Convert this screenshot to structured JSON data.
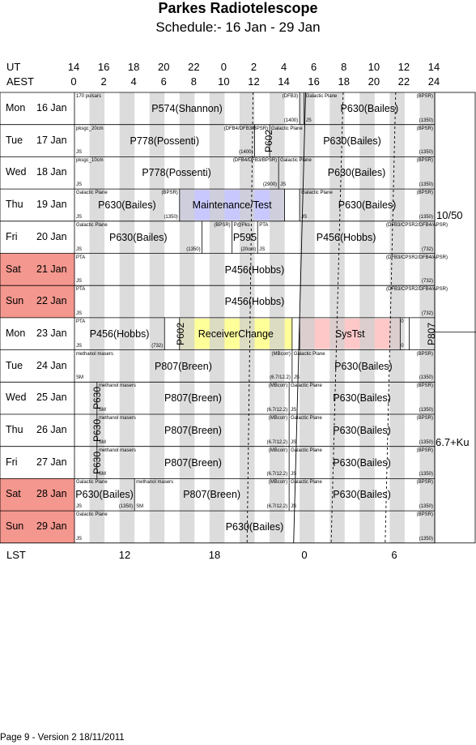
{
  "header": {
    "title": "Parkes Radiotelescope",
    "subtitle": "Schedule:- 16 Jan - 29 Jan"
  },
  "axes": {
    "ut_label": "UT",
    "aest_label": "AEST",
    "lst_label": "LST",
    "ut_ticks": [
      "14",
      "16",
      "18",
      "20",
      "22",
      "0",
      "2",
      "4",
      "6",
      "8",
      "10",
      "12",
      "14"
    ],
    "aest_ticks": [
      "0",
      "2",
      "4",
      "6",
      "8",
      "10",
      "12",
      "14",
      "16",
      "18",
      "20",
      "22",
      "24"
    ],
    "lst_ticks": [
      "12",
      "18",
      "0",
      "6"
    ]
  },
  "colors": {
    "weekend": "#f4978e",
    "stripe": "#d0d0d0",
    "maintenance": "#c8c8ff",
    "receiver": "#ffff99",
    "systst": "#ffc8c8"
  },
  "days": [
    {
      "dow": "Mon",
      "date": "16 Jan",
      "weekend": false
    },
    {
      "dow": "Tue",
      "date": "17 Jan",
      "weekend": false
    },
    {
      "dow": "Wed",
      "date": "18 Jan",
      "weekend": false
    },
    {
      "dow": "Thu",
      "date": "19 Jan",
      "weekend": false
    },
    {
      "dow": "Fri",
      "date": "20 Jan",
      "weekend": false
    },
    {
      "dow": "Sat",
      "date": "21 Jan",
      "weekend": true
    },
    {
      "dow": "Sun",
      "date": "22 Jan",
      "weekend": true
    },
    {
      "dow": "Mon",
      "date": "23 Jan",
      "weekend": false
    },
    {
      "dow": "Tue",
      "date": "24 Jan",
      "weekend": false
    },
    {
      "dow": "Wed",
      "date": "25 Jan",
      "weekend": false
    },
    {
      "dow": "Thu",
      "date": "26 Jan",
      "weekend": false
    },
    {
      "dow": "Fri",
      "date": "27 Jan",
      "weekend": false
    },
    {
      "dow": "Sat",
      "date": "28 Jan",
      "weekend": true
    },
    {
      "dow": "Sun",
      "date": "29 Jan",
      "weekend": true
    }
  ],
  "rows": {
    "r0": {
      "tl1": "170 pulsars",
      "p1": "P574(Shannon)",
      "tr1": "(DFB3)",
      "tl2": "Galactic Plane",
      "p2": "P630(Bailes)",
      "tr2": "(BPSR)",
      "br1": "(1400)",
      "bl2": "JS",
      "br2": "(1350)"
    },
    "r1": {
      "tl1": "pksgc_20cm",
      "p1": "P778(Possenti)",
      "tr1": "(DFB4/DFB3/BPSR)",
      "v1": "P602",
      "tl2": "Galactic Plane",
      "p2": "P630(Bailes)",
      "tr2": "(BPSR)",
      "bl1": "JS",
      "br1": "(1400)",
      "br2": "(1350)"
    },
    "r2": {
      "tl1": "pksgc_10cm",
      "p1": "P778(Possenti)",
      "tr1": "(DFB4/DFB3/BPSR)",
      "tl2": "Galactic Plane",
      "p2": "P630(Bailes)",
      "tr2": "(BPSR)",
      "bl1": "JS",
      "br1": "(2900)",
      "bl2": "JS",
      "br2": "(1350)"
    },
    "r3": {
      "tl1": "Galactic Plane",
      "tr1": "(BPSR)",
      "p1": "P630(Bailes)",
      "bl1": "JS",
      "br1": "(1350)",
      "p2": "Maintenance/Test",
      "tl3": "Galactic Plane",
      "p3": "P630(Bailes)",
      "tr3": "(BPSR)",
      "bl3": "JS",
      "br3": "(1350)"
    },
    "r4": {
      "tl1": "Galactic Plane",
      "p1": "P630(Bailes)",
      "bl1": "JS",
      "tr1": "(BPSR)",
      "br1": "(1350)",
      "tl2": "P@Pks",
      "p2": "P595",
      "br2": "(20cm)",
      "tl3": "PTA",
      "p3": "P456(Hobbs)",
      "tr3": "(DFB3/CPSR2/DFB4/APSR)",
      "bl3": "JS",
      "br3": "(732)"
    },
    "r5": {
      "tl1": "PTA",
      "p1": "P456(Hobbs)",
      "tr1": "(DFB3/CPSR2/DFB4/APSR)",
      "bl1": "JS",
      "br1": "(732)"
    },
    "r6": {
      "tl1": "PTA",
      "p1": "P456(Hobbs)",
      "tr1": "(DFB3/CPSR2/DFB4/APSR)",
      "bl1": "JS",
      "br1": "(732)"
    },
    "r7": {
      "tl1": "PTA",
      "p1": "P456(Hobbs)",
      "bl1": "JS",
      "br1": "(732)",
      "v1": "P602",
      "p2": "ReceiverChange",
      "p3": "SysTst",
      "z1": "0",
      "z2": "0",
      "v2": "P807"
    },
    "r8": {
      "tl1": "methanol masers",
      "p1": "P807(Breen)",
      "tr1": "(MBcorr)",
      "bl1": "SM",
      "br1": "(6.7/12.2)",
      "tl2": "Galactic Plane",
      "p2": "P630(Bailes)",
      "tr2": "(BPSR)",
      "bl2": "JS",
      "br2": "(1350)"
    },
    "r9": {
      "v0": "P630",
      "tl1": "methanol masers",
      "p1": "P807(Breen)",
      "tr1": "(MBcorr)",
      "bl1": "SM",
      "br1": "(6.7/12.2)",
      "tl2": "Galactic Plane",
      "p2": "P630(Bailes)",
      "tr2": "(BPSR)",
      "bl2": "JS",
      "br2": "(1350)"
    },
    "r10": {
      "v0": "P630",
      "tl1": "methanol masers",
      "p1": "P807(Breen)",
      "tr1": "(MBcorr)",
      "bl1": "SM",
      "br1": "(6.7/12.2)",
      "tl2": "Galactic Plane",
      "p2": "P630(Bailes)",
      "tr2": "(BPSR)",
      "bl2": "JS",
      "br2": "(1350)"
    },
    "r11": {
      "v0": "P630",
      "tl1": "methanol masers",
      "p1": "P807(Breen)",
      "tr1": "(MBcorr)",
      "bl1": "SM",
      "br1": "(6.7/12.2)",
      "tl2": "Galactic Plane",
      "p2": "P630(Bailes)",
      "tr2": "(BPSR)",
      "bl2": "JS",
      "br2": "(1350)"
    },
    "r12": {
      "tl0": "Galactic Plane",
      "p0": "P630(Bailes)",
      "bl0": "JS",
      "br0": "(1350)",
      "tl1": "methanol masers",
      "p1": "P807(Breen)",
      "tr1": "(MBcorr)",
      "bl1": "SM",
      "br1": "(6.7/12.2)",
      "tl2": "Galactic Plane",
      "p2": "P630(Bailes)",
      "tr2": "(BPSR)",
      "bl2": "JS",
      "br2": "(1350)"
    },
    "r13": {
      "tl1": "Galactic Plane",
      "p1": "P630(Bailes)",
      "tr1": "(BPSR)",
      "bl1": "JS",
      "br1": "(1350)"
    }
  },
  "side_labels": {
    "upper": "10/50",
    "lower": "6.7+Ku"
  },
  "footer": "Page 9 - Version 2  18/11/2011"
}
